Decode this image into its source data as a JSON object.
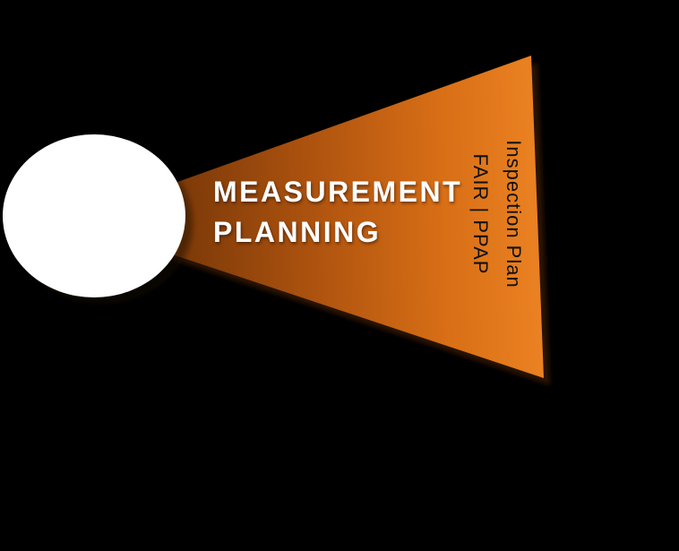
{
  "diagram": {
    "type": "funnel-stage-slide",
    "background": "#000000",
    "stage": {
      "title_line1": "MEASUREMENT",
      "title_line2": "PLANNING",
      "side_label_line1": "Inspection Plan",
      "side_label_line2": "FAIR | PPAP"
    },
    "colors": {
      "background": "#000000",
      "wedge_dark_left": "#572503",
      "wedge_mid": "#ae530f",
      "wedge_bright_right": "#ec8323",
      "wedge_edge_shadow": "#2e1503",
      "title_text": "#ffffff",
      "side_label_text": "#101010",
      "circle_fill": "#ffffff"
    }
  }
}
